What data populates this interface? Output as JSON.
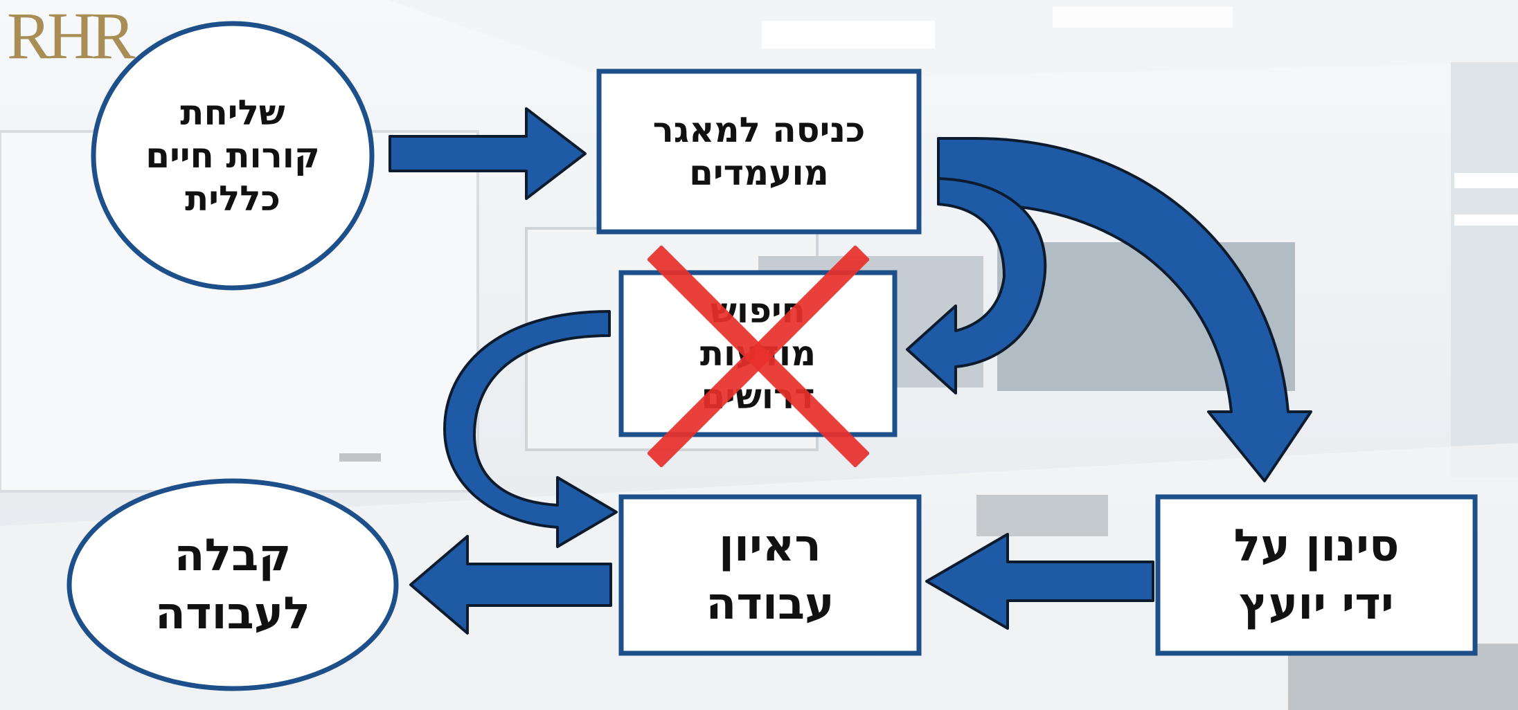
{
  "logo": {
    "text": "RHR"
  },
  "colors": {
    "node_border": "#1d4f8a",
    "arrow_fill": "#1e5aa5",
    "arrow_stroke": "#0d1b2e",
    "cross": "#e8302c",
    "logo": "#a88d55"
  },
  "nodes": {
    "send_cv": {
      "text": "שליחת\nקורות חיים\nכללית",
      "shape": "ellipse"
    },
    "database": {
      "text": "כניסה למאגר\nמועמדים",
      "shape": "box"
    },
    "search_ads": {
      "text": "חיפוש\nמודעות\nדרושים",
      "shape": "box",
      "crossed_out": true
    },
    "screening": {
      "text": "סינון על\nידי יועץ",
      "shape": "box"
    },
    "interview": {
      "text": "ראיון\nעבודה",
      "shape": "box"
    },
    "hired": {
      "text": "קבלה\nלעבודה",
      "shape": "ellipse"
    }
  }
}
